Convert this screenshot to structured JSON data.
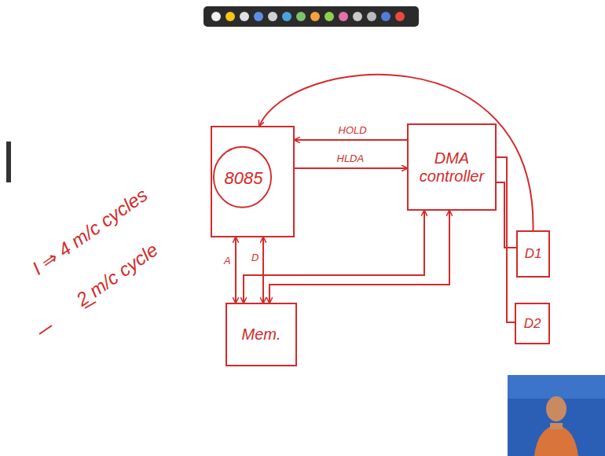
{
  "diagram": {
    "nodes": [
      {
        "text": [
          "8085"
        ]
      },
      {
        "text": [
          "DMA controller"
        ]
      },
      {
        "text": [
          "Mem."
        ]
      },
      {
        "text": [
          "D1"
        ]
      },
      {
        "text": [
          "D2"
        ]
      }
    ],
    "edges": [
      {
        "from": 1,
        "to": 0,
        "label": "HOLD",
        "arrow": "to"
      },
      {
        "from": 0,
        "to": 1,
        "label": "HLDA",
        "arrow": "to"
      },
      {
        "from": 3,
        "to": 0,
        "arrow": "to"
      },
      {
        "from": 1,
        "to": 3,
        "arrow": "none"
      },
      {
        "from": 1,
        "to": 4,
        "arrow": "none"
      },
      {
        "from": 0,
        "to": 2,
        "label": "A",
        "arrow": "both"
      },
      {
        "from": 0,
        "to": 2,
        "label": "D",
        "arrow": "both"
      },
      {
        "from": 1,
        "to": 2,
        "arrow": "both"
      },
      {
        "from": 1,
        "to": 2,
        "arrow": "both"
      }
    ],
    "labels": [
      "I ⇒ 4 m/c cycles",
      "2 m/c cycle"
    ]
  }
}
